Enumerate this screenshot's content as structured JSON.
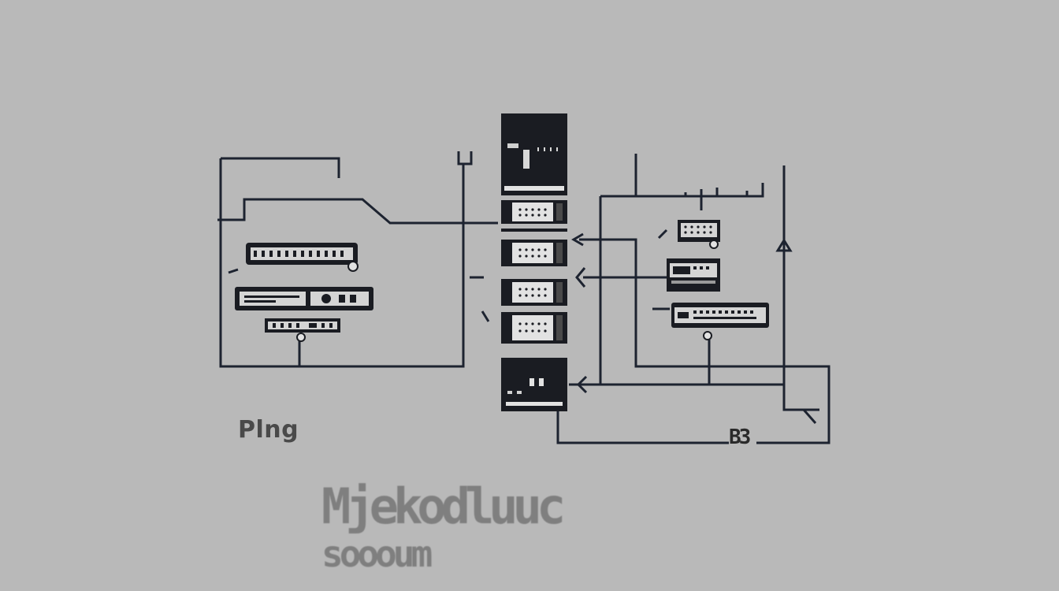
{
  "diagram": {
    "caption": "Plng",
    "right_label": "B3",
    "garbled_text": [
      "Mjekodluuc",
      "soooum"
    ],
    "colors": {
      "background": "#b9b9b9",
      "line": "#1d2330",
      "device": "#1a1c22",
      "screen": "#e2e2e2"
    },
    "nodes": [
      {
        "id": "top-server",
        "kind": "server-tower",
        "icon": "server-icon"
      },
      {
        "id": "switch-1",
        "kind": "switch",
        "icon": "switch-icon"
      },
      {
        "id": "switch-2",
        "kind": "switch",
        "icon": "switch-icon"
      },
      {
        "id": "switch-3",
        "kind": "switch",
        "icon": "switch-icon"
      },
      {
        "id": "switch-4",
        "kind": "switch",
        "icon": "switch-icon"
      },
      {
        "id": "bottom-server",
        "kind": "server-tower",
        "icon": "server-icon"
      },
      {
        "id": "left-device-1",
        "kind": "rack-device",
        "icon": "router-icon"
      },
      {
        "id": "left-device-2",
        "kind": "rack-device",
        "icon": "router-icon"
      },
      {
        "id": "left-device-3",
        "kind": "rack-device",
        "icon": "router-icon"
      },
      {
        "id": "right-device-1",
        "kind": "rack-device",
        "icon": "router-icon"
      },
      {
        "id": "right-device-2",
        "kind": "rack-device",
        "icon": "router-icon"
      },
      {
        "id": "right-device-3",
        "kind": "rack-device",
        "icon": "router-icon"
      }
    ]
  }
}
